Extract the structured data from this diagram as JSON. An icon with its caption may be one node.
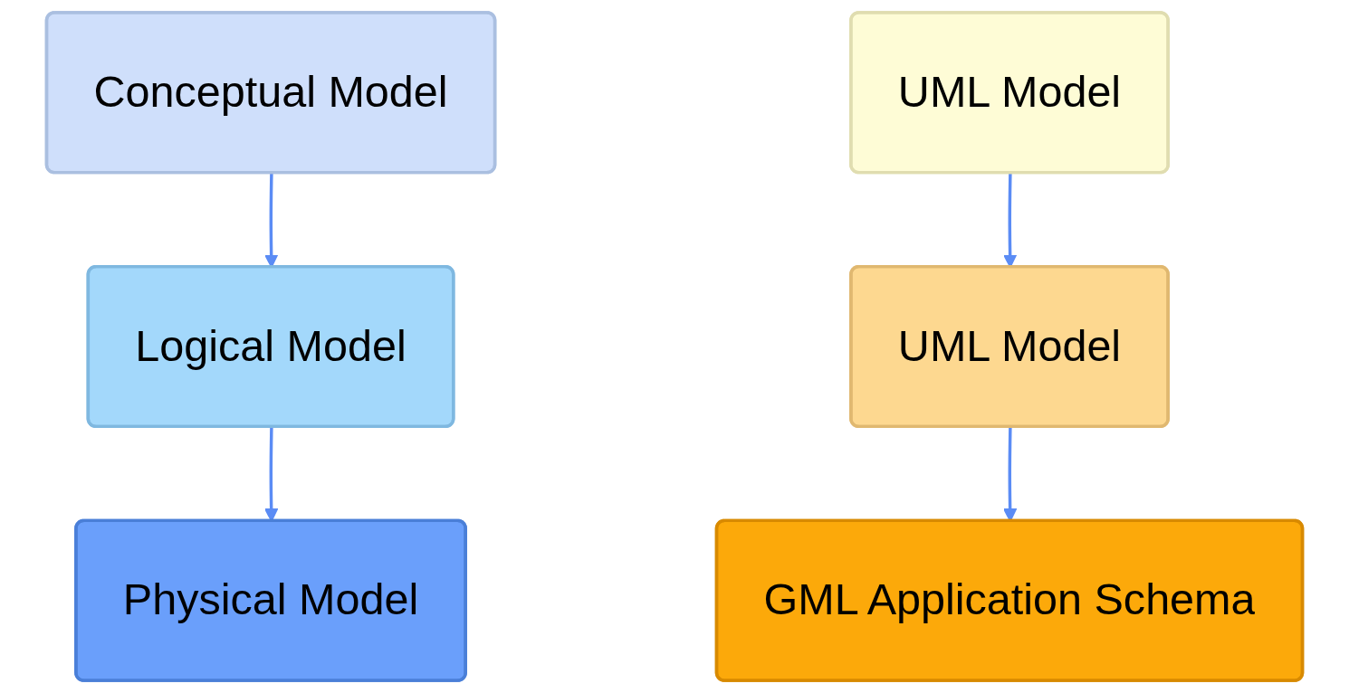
{
  "diagram": {
    "nodes": [
      {
        "text": [
          "Conceptual Model"
        ]
      },
      {
        "text": [
          "Logical Model"
        ]
      },
      {
        "text": [
          "Physical Model"
        ]
      },
      {
        "text": [
          "UML Model"
        ]
      },
      {
        "text": [
          "UML Model"
        ]
      },
      {
        "text": [
          "GML Application Schema"
        ]
      }
    ],
    "edges": [
      {
        "from": 0,
        "to": 1,
        "arrow": "to"
      },
      {
        "from": 1,
        "to": 2,
        "arrow": "to"
      },
      {
        "from": 3,
        "to": 4,
        "arrow": "to"
      },
      {
        "from": 4,
        "to": 5,
        "arrow": "to"
      }
    ]
  }
}
